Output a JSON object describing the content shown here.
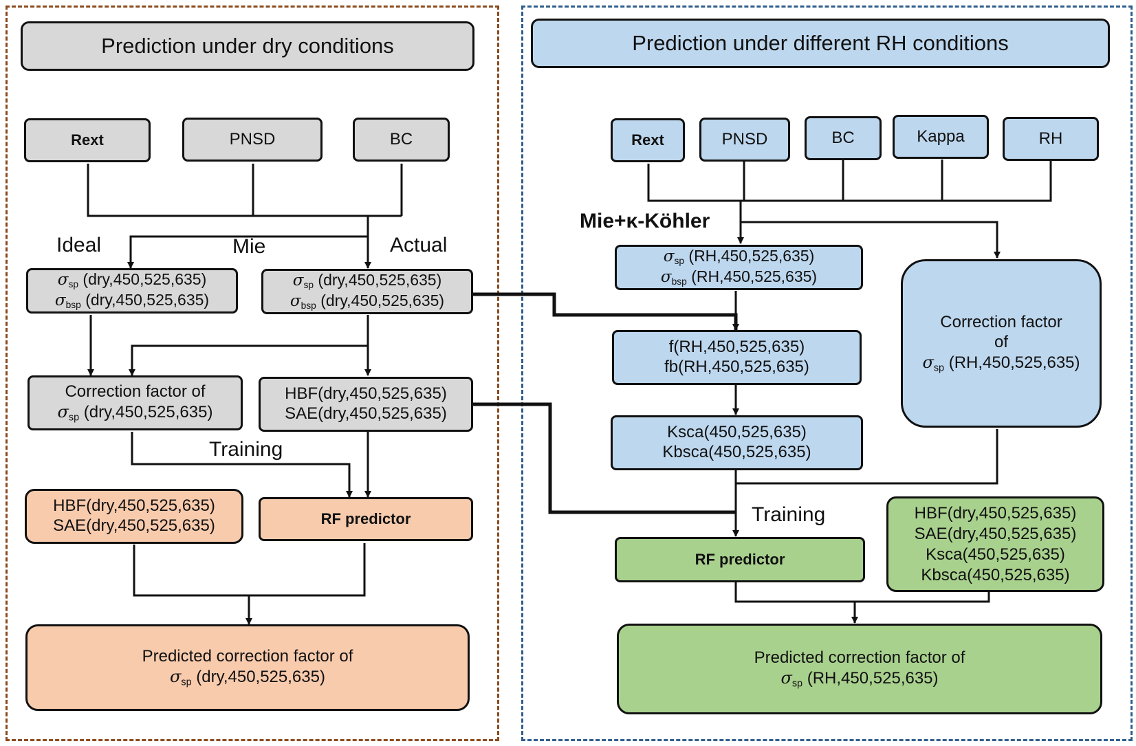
{
  "left": {
    "title": "Prediction under dry conditions",
    "inputs": [
      "Rext",
      "PNSD",
      "BC"
    ],
    "labels": {
      "ideal": "Ideal",
      "mie": "Mie",
      "actual": "Actual",
      "training": "Training"
    },
    "ideal_box": {
      "l1": "(dry,450,525,635)",
      "l2": "(dry,450,525,635)"
    },
    "actual_box": {
      "l1": "(dry,450,525,635)",
      "l2": "(dry,450,525,635)"
    },
    "cf_box": {
      "l1": "Correction factor of",
      "l2": "(dry,450,525,635)"
    },
    "hbf_box": {
      "l1": "HBF(dry,450,525,635)",
      "l2": "SAE(dry,450,525,635)"
    },
    "hbf2_box": {
      "l1": "HBF(dry,450,525,635)",
      "l2": "SAE(dry,450,525,635)"
    },
    "rf": "RF predictor",
    "pred": {
      "l1": "Predicted correction factor of",
      "l2": "(dry,450,525,635)"
    }
  },
  "right": {
    "title": "Prediction under different RH conditions",
    "inputs": [
      "Rext",
      "PNSD",
      "BC",
      "Kappa",
      "RH"
    ],
    "labels": {
      "mie": "Mie+κ-Köhler",
      "training": "Training"
    },
    "mie_box": {
      "l1": "(RH,450,525,635)",
      "l2": "(RH,450,525,635)"
    },
    "f_box": {
      "l1": "f(RH,450,525,635)",
      "l2": "fb(RH,450,525,635)"
    },
    "k_box": {
      "l1": "Ksca(450,525,635)",
      "l2": "Kbsca(450,525,635)"
    },
    "cf_box": {
      "l1": "Correction factor",
      "l2": "of",
      "l3": "(RH,450,525,635)"
    },
    "rf": "RF predictor",
    "feat_box": {
      "l1": "HBF(dry,450,525,635)",
      "l2": "SAE(dry,450,525,635)",
      "l3": "Ksca(450,525,635)",
      "l4": "Kbsca(450,525,635)"
    },
    "pred": {
      "l1": "Predicted correction factor of",
      "l2": "(RH,450,525,635)"
    }
  },
  "symbols": {
    "sigma": "σ",
    "sp": "sp",
    "bsp": "bsp"
  },
  "colors": {
    "gray": "#d8d8d8",
    "blue": "#bdd7ee",
    "orange": "#f8cbad",
    "green": "#a9d18e",
    "left_border": "#8a4a1c",
    "right_border": "#2f5d8a"
  }
}
